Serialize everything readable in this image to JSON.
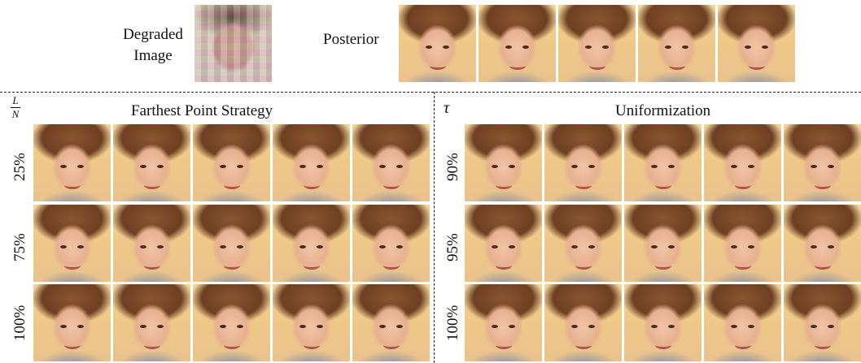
{
  "top": {
    "degraded_label_line1": "Degraded",
    "degraded_label_line2": "Image",
    "posterior_label": "Posterior",
    "posterior_count": 5
  },
  "left_panel": {
    "title": "Farthest Point Strategy",
    "axis_symbol_numerator": "L",
    "axis_symbol_denominator": "N",
    "rows": [
      {
        "label": "25%",
        "count": 5
      },
      {
        "label": "75%",
        "count": 5
      },
      {
        "label": "100%",
        "count": 5
      }
    ]
  },
  "right_panel": {
    "title": "Uniformization",
    "axis_symbol": "τ",
    "rows": [
      {
        "label": "90%",
        "count": 5
      },
      {
        "label": "95%",
        "count": 5
      },
      {
        "label": "100%",
        "count": 5
      }
    ]
  }
}
